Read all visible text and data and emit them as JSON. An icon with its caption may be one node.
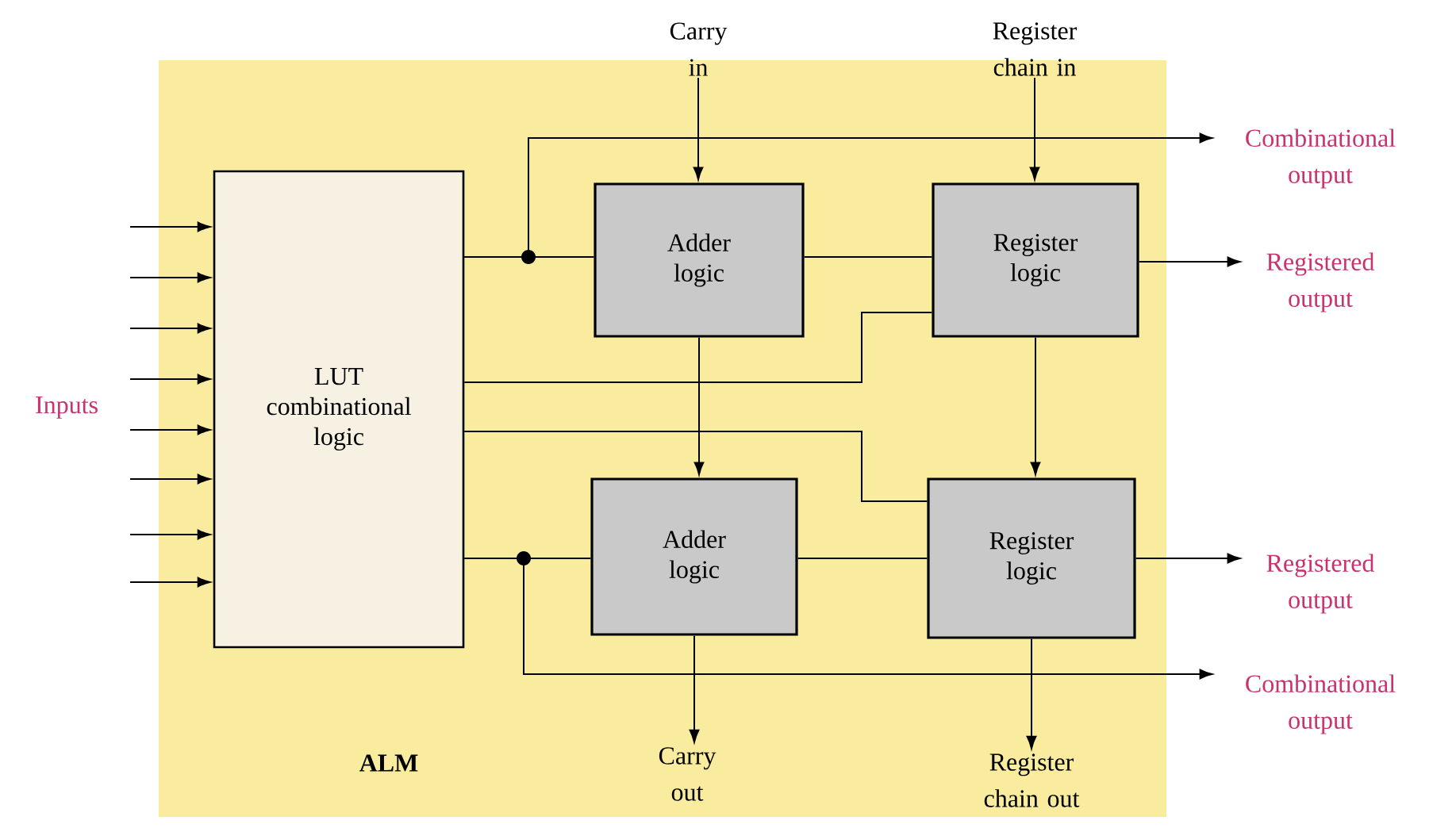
{
  "diagram": {
    "nodes": [
      {
        "text": [
          "ALM"
        ]
      },
      {
        "text": [
          "LUT combinational logic"
        ],
        "in": 0
      },
      {
        "text": [
          "Adder logic"
        ],
        "in": 0
      },
      {
        "text": [
          "Register logic"
        ],
        "in": 0
      },
      {
        "text": [
          "Adder logic"
        ],
        "in": 0
      },
      {
        "text": [
          "Register logic"
        ],
        "in": 0
      },
      {
        "text": [
          "Carry in"
        ]
      },
      {
        "text": [
          "Register chain in"
        ]
      },
      {
        "text": [
          "Combinational output"
        ]
      },
      {
        "text": [
          "Registered output"
        ]
      },
      {
        "text": [
          "Registered output"
        ]
      },
      {
        "text": [
          "Combinational output"
        ]
      },
      {
        "text": [
          "Carry out"
        ],
        "in": 0
      },
      {
        "text": [
          "Register chain out"
        ],
        "in": 0
      }
    ],
    "edges": [
      {
        "from": 6,
        "to": 2,
        "arrow": "to"
      },
      {
        "from": 7,
        "to": 3,
        "arrow": "to"
      },
      {
        "from": 1,
        "to": 2,
        "arrow": "none"
      },
      {
        "from": 1,
        "to": 8,
        "arrow": "to"
      },
      {
        "from": 2,
        "to": 3,
        "arrow": "none"
      },
      {
        "from": 3,
        "to": 9,
        "arrow": "to"
      },
      {
        "from": 2,
        "to": 4,
        "arrow": "to"
      },
      {
        "from": 3,
        "to": 5,
        "arrow": "to"
      },
      {
        "from": 1,
        "to": 3,
        "arrow": "none"
      },
      {
        "from": 1,
        "to": 5,
        "arrow": "none"
      },
      {
        "from": 1,
        "to": 4,
        "arrow": "none"
      },
      {
        "from": 1,
        "to": 11,
        "arrow": "to"
      },
      {
        "from": 4,
        "to": 5,
        "arrow": "none"
      },
      {
        "from": 5,
        "to": 10,
        "arrow": "to"
      },
      {
        "from": 4,
        "to": 12,
        "arrow": "to"
      },
      {
        "from": 5,
        "to": 13,
        "arrow": "to"
      },
      {
        "from": null,
        "to": 1,
        "arrow": "to"
      },
      {
        "from": null,
        "to": 1,
        "arrow": "to"
      },
      {
        "from": null,
        "to": 1,
        "arrow": "to"
      },
      {
        "from": null,
        "to": 1,
        "arrow": "to"
      },
      {
        "from": null,
        "to": 1,
        "arrow": "to"
      },
      {
        "from": null,
        "to": 1,
        "arrow": "to"
      },
      {
        "from": null,
        "to": 1,
        "arrow": "to"
      },
      {
        "from": null,
        "to": 1,
        "arrow": "to"
      }
    ],
    "labels": [
      "Inputs"
    ]
  }
}
